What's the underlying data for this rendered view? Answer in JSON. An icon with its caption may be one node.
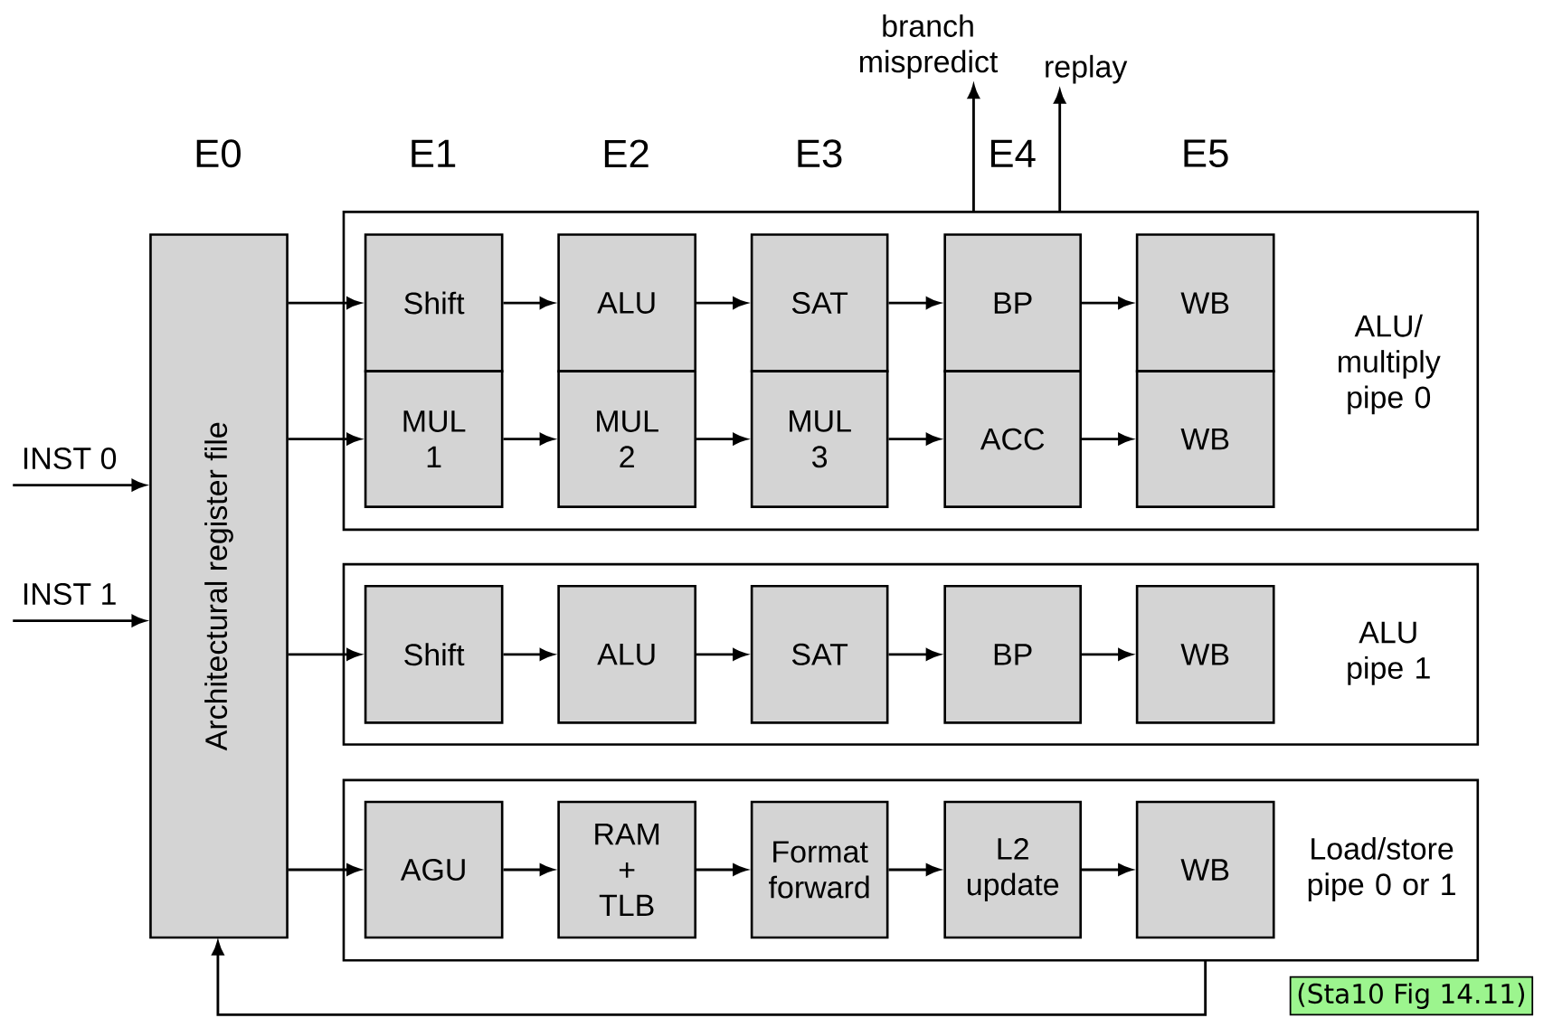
{
  "diagram": {
    "nodes": [
      {
        "text": [
          "Architectural register file"
        ]
      },
      {
        "text": [
          "ALU/ multiply pipe 0"
        ]
      },
      {
        "text": [
          "Shift"
        ],
        "in": 1
      },
      {
        "text": [
          "ALU"
        ],
        "in": 1
      },
      {
        "text": [
          "SAT"
        ],
        "in": 1
      },
      {
        "text": [
          "BP"
        ],
        "in": 1
      },
      {
        "text": [
          "WB"
        ],
        "in": 1
      },
      {
        "text": [
          "MUL 1"
        ],
        "in": 1
      },
      {
        "text": [
          "MUL 2"
        ],
        "in": 1
      },
      {
        "text": [
          "MUL 3"
        ],
        "in": 1
      },
      {
        "text": [
          "ACC"
        ],
        "in": 1
      },
      {
        "text": [
          "WB"
        ],
        "in": 1
      },
      {
        "text": [
          "ALU pipe 1"
        ]
      },
      {
        "text": [
          "Shift"
        ],
        "in": 12
      },
      {
        "text": [
          "ALU"
        ],
        "in": 12
      },
      {
        "text": [
          "SAT"
        ],
        "in": 12
      },
      {
        "text": [
          "BP"
        ],
        "in": 12
      },
      {
        "text": [
          "WB"
        ],
        "in": 12
      },
      {
        "text": [
          "Load/store pipe 0 or 1"
        ]
      },
      {
        "text": [
          "AGU"
        ],
        "in": 18
      },
      {
        "text": [
          "RAM + TLB"
        ],
        "in": 18
      },
      {
        "text": [
          "Format forward"
        ],
        "in": 18
      },
      {
        "text": [
          "L2 update"
        ],
        "in": 18
      },
      {
        "text": [
          "WB"
        ],
        "in": 18
      },
      {
        "text": [
          "branch mispredict"
        ]
      },
      {
        "text": [
          "replay"
        ]
      }
    ],
    "edges": [
      {
        "from": null,
        "to": 0,
        "arrow": "to",
        "label": "INST 0"
      },
      {
        "from": null,
        "to": 0,
        "arrow": "to",
        "label": "INST 1"
      },
      {
        "from": 0,
        "to": 2,
        "arrow": "to"
      },
      {
        "from": 0,
        "to": 7,
        "arrow": "to"
      },
      {
        "from": 0,
        "to": 13,
        "arrow": "to"
      },
      {
        "from": 0,
        "to": 19,
        "arrow": "to"
      },
      {
        "from": 2,
        "to": 3,
        "arrow": "to"
      },
      {
        "from": 3,
        "to": 4,
        "arrow": "to"
      },
      {
        "from": 4,
        "to": 5,
        "arrow": "to"
      },
      {
        "from": 5,
        "to": 6,
        "arrow": "to"
      },
      {
        "from": 7,
        "to": 8,
        "arrow": "to"
      },
      {
        "from": 8,
        "to": 9,
        "arrow": "to"
      },
      {
        "from": 9,
        "to": 10,
        "arrow": "to"
      },
      {
        "from": 10,
        "to": 11,
        "arrow": "to"
      },
      {
        "from": 13,
        "to": 14,
        "arrow": "to"
      },
      {
        "from": 14,
        "to": 15,
        "arrow": "to"
      },
      {
        "from": 15,
        "to": 16,
        "arrow": "to"
      },
      {
        "from": 16,
        "to": 17,
        "arrow": "to"
      },
      {
        "from": 19,
        "to": 20,
        "arrow": "to"
      },
      {
        "from": 20,
        "to": 21,
        "arrow": "to"
      },
      {
        "from": 21,
        "to": 22,
        "arrow": "to"
      },
      {
        "from": 22,
        "to": 23,
        "arrow": "to"
      },
      {
        "from": 1,
        "to": 24,
        "arrow": "to"
      },
      {
        "from": 1,
        "to": 25,
        "arrow": "to"
      },
      {
        "from": 18,
        "to": 0,
        "arrow": "to"
      }
    ],
    "labels": [
      "E0",
      "E1",
      "E2",
      "E3",
      "E4",
      "E5",
      "(Sta10 Fig 14.11)"
    ]
  }
}
